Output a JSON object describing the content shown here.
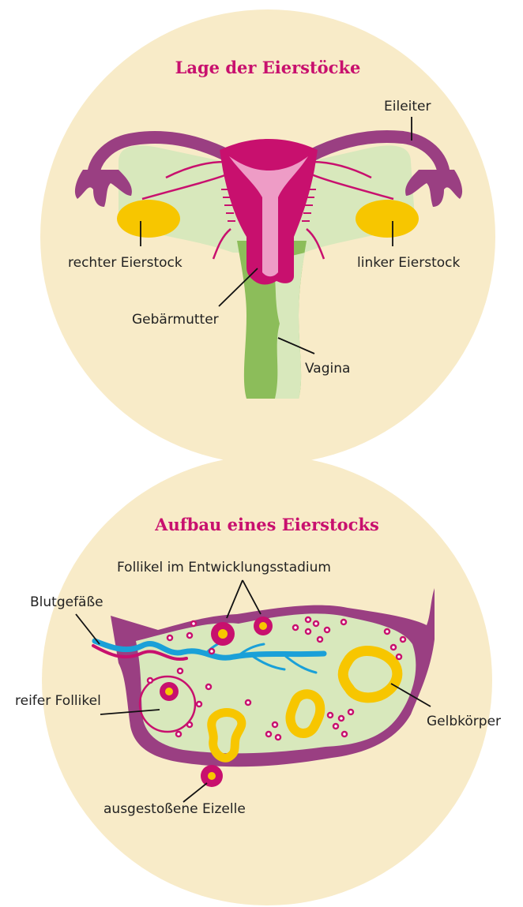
{
  "colors": {
    "background_disc": "#f8ebc8",
    "magenta": "#c8106e",
    "purple": "#9a3f82",
    "pale_green": "#d8e8bc",
    "green": "#8cbd5a",
    "pink": "#ee9cc6",
    "yellow": "#f7c600",
    "blue": "#1aa0d8",
    "title": "#c8106e"
  },
  "top": {
    "title": "Lage der Eierstöcke",
    "labels": {
      "fallopian_tube": "Eileiter",
      "right_ovary": "rechter Eierstock",
      "left_ovary": "linker Eierstock",
      "uterus": "Gebärmutter",
      "vagina": "Vagina"
    }
  },
  "bottom": {
    "title": "Aufbau eines Eierstocks",
    "labels": {
      "developing_follicles": "Follikel im Entwicklungsstadium",
      "blood_vessels": "Blutgefäße",
      "mature_follicle": "reifer Follikel",
      "corpus_luteum": "Gelbkörper",
      "released_egg": "ausgestoßene Eizelle"
    }
  }
}
